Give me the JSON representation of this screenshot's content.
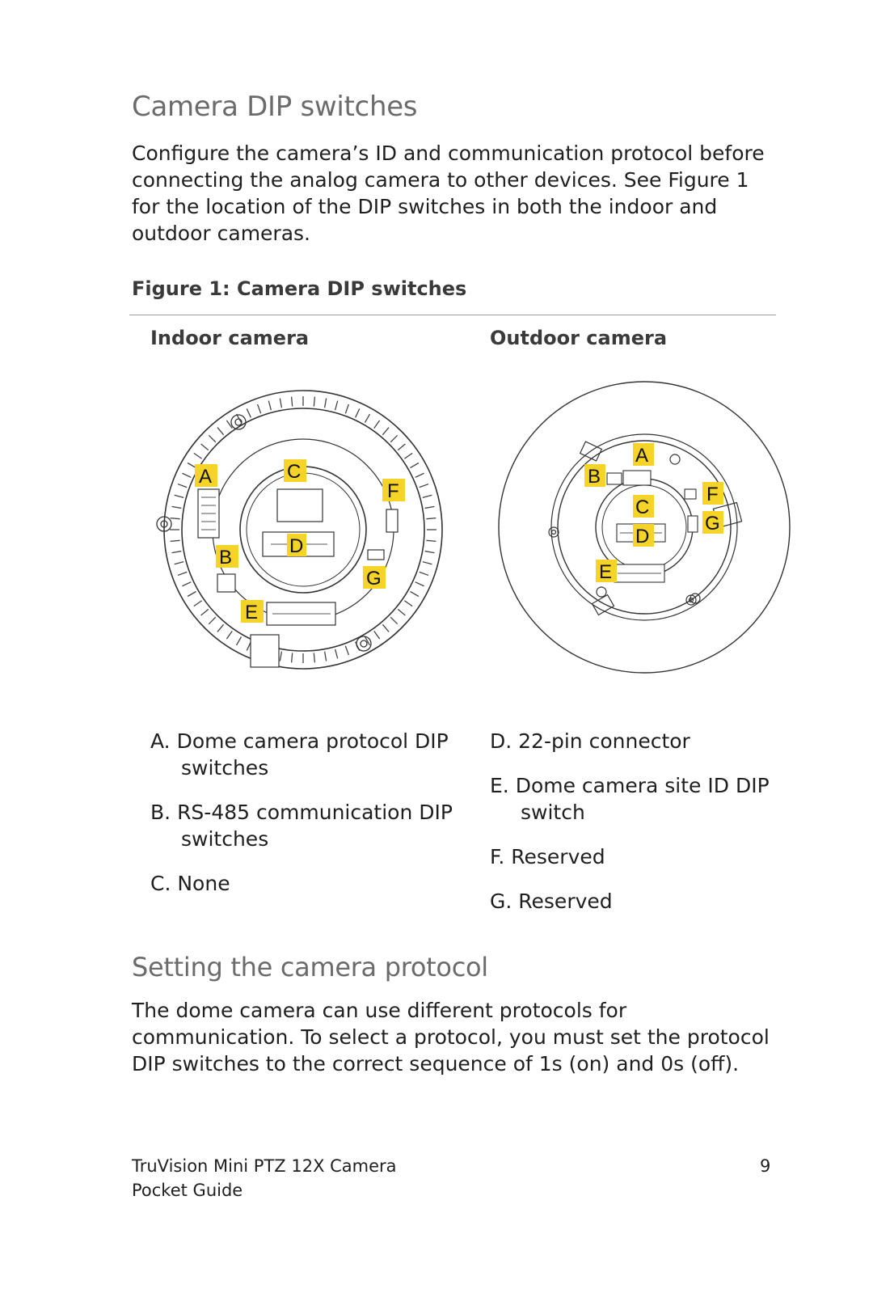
{
  "section1": {
    "title": "Camera DIP switches",
    "paragraph": "Configure the camera’s ID and communication protocol before connecting the analog camera to other devices. See Figure 1 for the location of the DIP switches in both the indoor and outdoor cameras."
  },
  "figure": {
    "caption": "Figure 1:  Camera DIP switches",
    "indoor_heading": "Indoor camera",
    "outdoor_heading": "Outdoor camera",
    "tag_labels": [
      "A",
      "B",
      "C",
      "D",
      "E",
      "F",
      "G"
    ]
  },
  "legend": {
    "left": [
      {
        "key": "A.",
        "text": "Dome camera protocol DIP switches"
      },
      {
        "key": "B.",
        "text": "RS-485 communication DIP switches"
      },
      {
        "key": "C.",
        "text": "None"
      }
    ],
    "right": [
      {
        "key": "D.",
        "text": "22-pin connector"
      },
      {
        "key": "E.",
        "text": "Dome camera site ID DIP switch"
      },
      {
        "key": "F.",
        "text": "Reserved"
      },
      {
        "key": "G.",
        "text": "Reserved"
      }
    ]
  },
  "section2": {
    "title": "Setting the camera protocol",
    "paragraph": "The dome camera can use different protocols for communication. To select a protocol, you must set the protocol DIP switches to the correct sequence of 1s (on) and 0s (off)."
  },
  "footer": {
    "product": "TruVision Mini PTZ 12X Camera",
    "guide": "Pocket Guide",
    "page_number": "9"
  },
  "colors": {
    "heading": "#6b6b6b",
    "tag_fill": "#f5d327",
    "rule": "#9a9a9a"
  }
}
